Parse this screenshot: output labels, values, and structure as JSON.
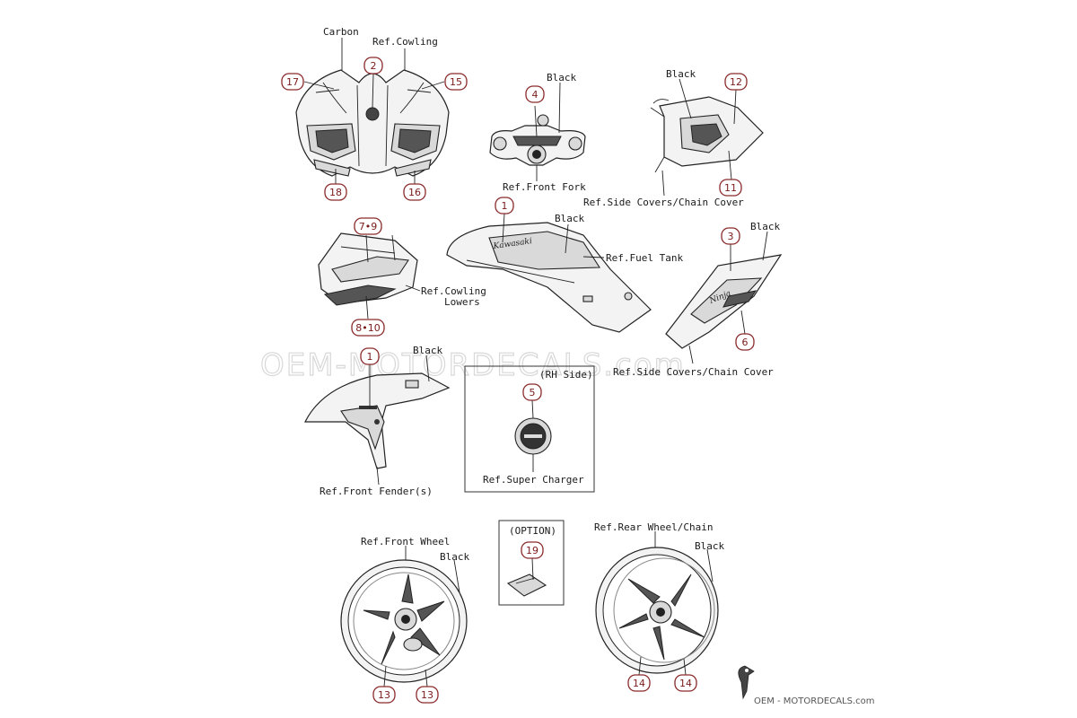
{
  "labels": {
    "carbon": "Carbon",
    "ref_cowling": "Ref.Cowling",
    "black_top_mid": "Black",
    "ref_front_fork": "Ref.Front Fork",
    "black_top_right": "Black",
    "ref_side_covers_top": "Ref.Side Covers/Chain Cover",
    "black_fuel": "Black",
    "ref_fuel_tank": "Ref.Fuel Tank",
    "black_side_right": "Black",
    "ref_cowling_lowers_1": "Ref.Cowling",
    "ref_cowling_lowers_2": "Lowers",
    "ref_side_covers_mid": "Ref.Side Covers/Chain Cover",
    "black_fender": "Black",
    "ref_front_fenders": "Ref.Front Fender(s)",
    "rh_side": "(RH Side)",
    "ref_super_charger": "Ref.Super Charger",
    "option": "(OPTION)",
    "ref_front_wheel": "Ref.Front Wheel",
    "black_front_wheel": "Black",
    "ref_rear_wheel": "Ref.Rear Wheel/Chain",
    "black_rear_wheel": "Black"
  },
  "callouts": {
    "c17": "17",
    "c2": "2",
    "c15": "15",
    "c18": "18",
    "c16": "16",
    "c4": "4",
    "c12": "12",
    "c11": "11",
    "c1_tank": "1",
    "c7_9": "7•9",
    "c8_10": "8•10",
    "c3": "3",
    "c6": "6",
    "c1_fender": "1",
    "c5": "5",
    "c19": "19",
    "c13a": "13",
    "c13b": "13",
    "c14a": "14",
    "c14b": "14"
  },
  "decals": {
    "tank_logo": "Kawasaki",
    "side_logo": "Ninja"
  },
  "watermark": {
    "text": "OEM-MOTORDECALS.com",
    "brand": "OEM - MOTORDECALS.com"
  }
}
